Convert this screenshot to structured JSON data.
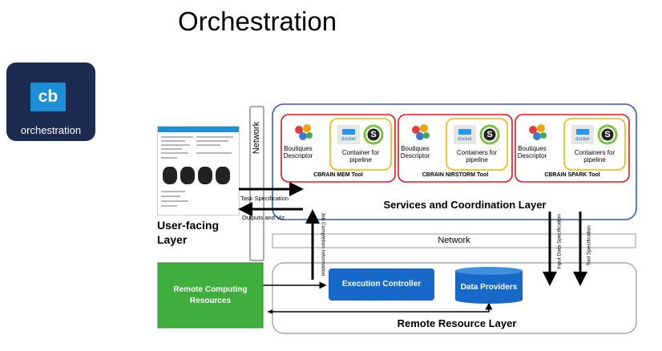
{
  "title": "Orchestration",
  "badge": {
    "logo_text": "cb",
    "label": "orchestration"
  },
  "user_facing": {
    "label_line1": "User-facing",
    "label_line2": "Layer"
  },
  "network_vertical": "Network",
  "network_horizontal": "Network",
  "arrows": {
    "task_spec": "Task Specification",
    "outputs": "Outputs and Viz",
    "job_completion": "Job Completion Information",
    "input_data_spec": "Input Data Specification",
    "tool_spec": "Tool Specification"
  },
  "tools": [
    {
      "descriptor_line1": "Boutiques",
      "descriptor_line2": "Descriptor",
      "container_line1": "Container for",
      "container_line2": "pipeline",
      "tool_name": "CBRAIN MEM Tool"
    },
    {
      "descriptor_line1": "Boutiques",
      "descriptor_line2": "Descriptor",
      "container_line1": "Containers for",
      "container_line2": "pipeline",
      "tool_name": "CBRAIN NIRSTORM Tool"
    },
    {
      "descriptor_line1": "Boutiques",
      "descriptor_line2": "Descriptor",
      "container_line1": "Containers for",
      "container_line2": "pipeline",
      "tool_name": "CBRAIN SPARK Tool"
    }
  ],
  "docker_label": "docker",
  "singularity_letter": "S",
  "services_layer": "Services and Coordination Layer",
  "remote_computing": {
    "line1": "Remote Computing",
    "line2": "Resources"
  },
  "execution_controller": "Execution Controller",
  "data_providers": "Data Providers",
  "remote_resource_layer": "Remote Resource Layer",
  "colors": {
    "blue_border": "#2e5cc4",
    "red_border": "#e8141b",
    "yellow_border": "#f2b500",
    "green_box": "#3fae3c",
    "exec_blue": "#1769c9",
    "badge_bg": "#1c2b4f"
  }
}
